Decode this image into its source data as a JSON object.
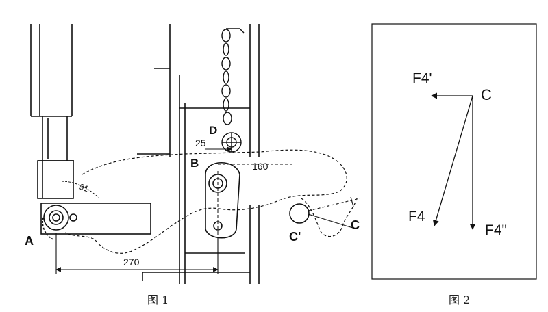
{
  "figure1": {
    "caption": "图 1",
    "labels": {
      "A": "A",
      "B": "B",
      "C": "C",
      "C_prime": "C'",
      "D": "D"
    },
    "dimensions": {
      "d25": "25",
      "d160": "160",
      "d270": "270",
      "d91": "91"
    }
  },
  "figure2": {
    "caption": "图 2",
    "labels": {
      "C": "C",
      "F4_prime": "F4'",
      "F4": "F4",
      "F4_double_prime": "F4\""
    }
  },
  "colors": {
    "line": "#111111",
    "background": "#ffffff"
  }
}
